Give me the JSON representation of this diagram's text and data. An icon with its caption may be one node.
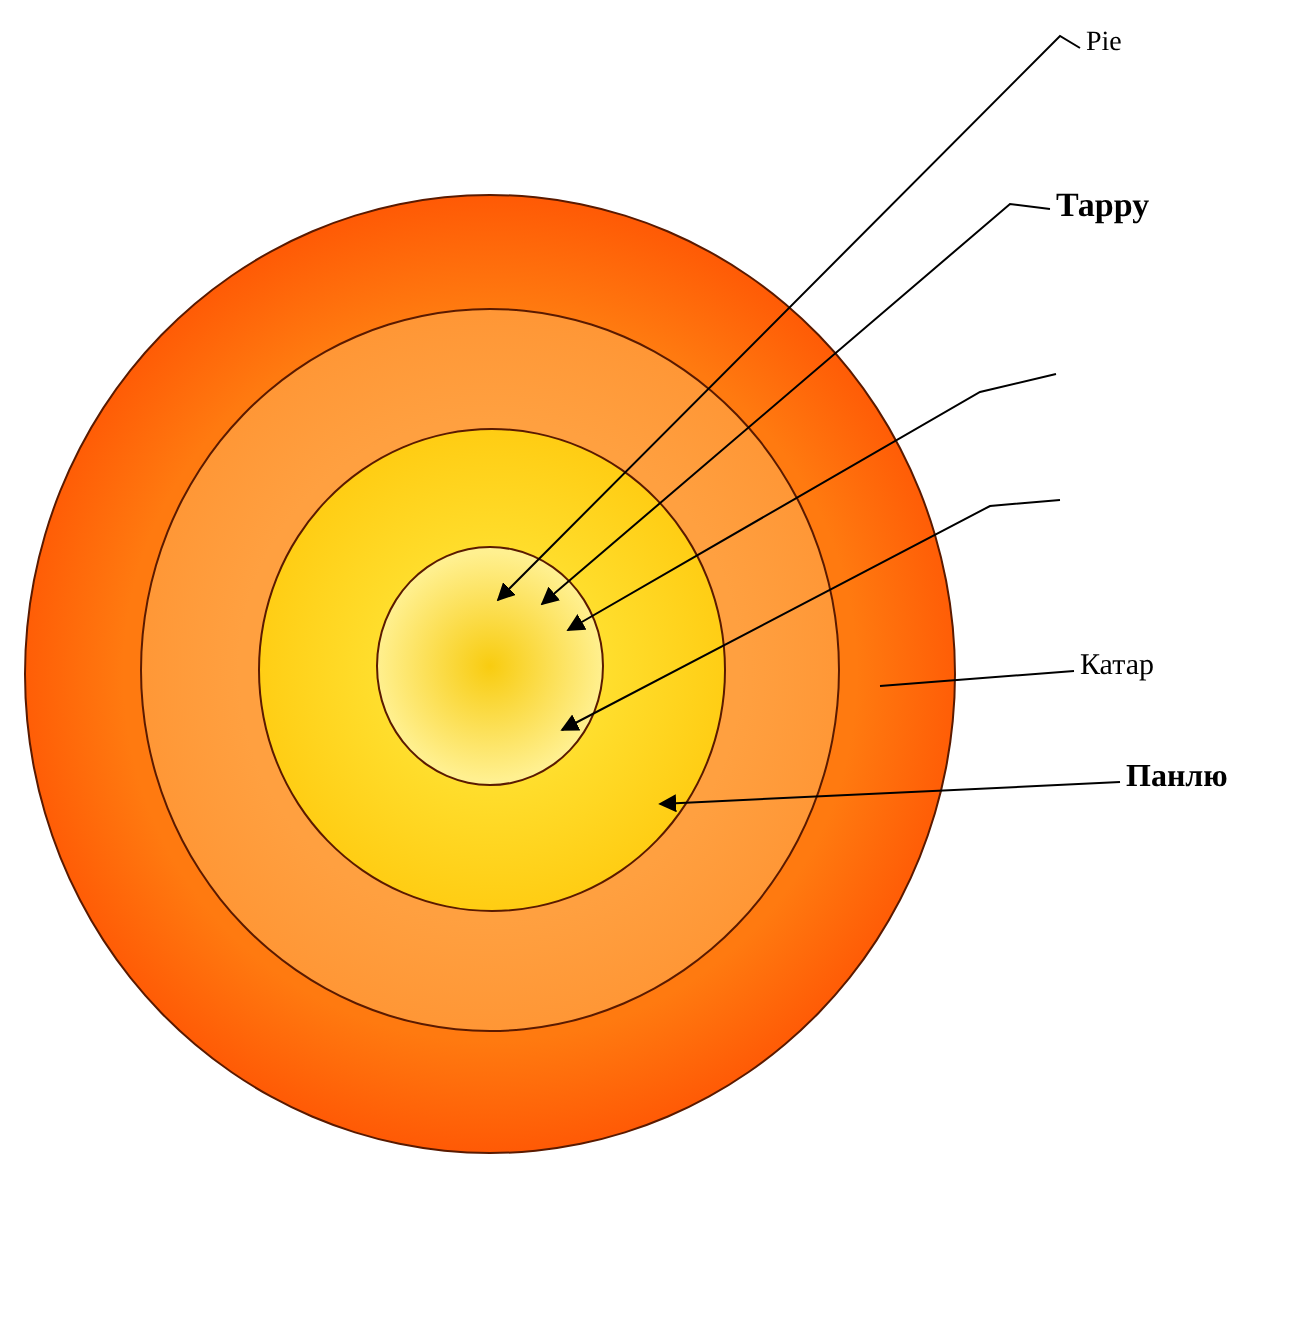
{
  "diagram": {
    "nodes": [
      {
        "text": [],
        "shape": "circle"
      },
      {
        "text": [],
        "shape": "circle",
        "in": 0
      },
      {
        "text": [],
        "shape": "circle",
        "in": 1
      },
      {
        "text": [],
        "shape": "circle",
        "in": 2
      },
      {
        "text": [
          "Pie"
        ]
      },
      {
        "text": [
          "Тарру"
        ]
      },
      {
        "text": [
          "Катар"
        ]
      },
      {
        "text": [
          "Панлю"
        ]
      }
    ],
    "edges": [
      {
        "from": 4,
        "to": 3,
        "arrow": "to"
      },
      {
        "from": 5,
        "to": 3,
        "arrow": "to"
      },
      {
        "from": null,
        "to": 3,
        "arrow": "to"
      },
      {
        "from": null,
        "to": 3,
        "arrow": "to"
      },
      {
        "from": 6,
        "to": 0,
        "arrow": "none"
      },
      {
        "from": 7,
        "to": 2,
        "arrow": "to"
      }
    ]
  }
}
